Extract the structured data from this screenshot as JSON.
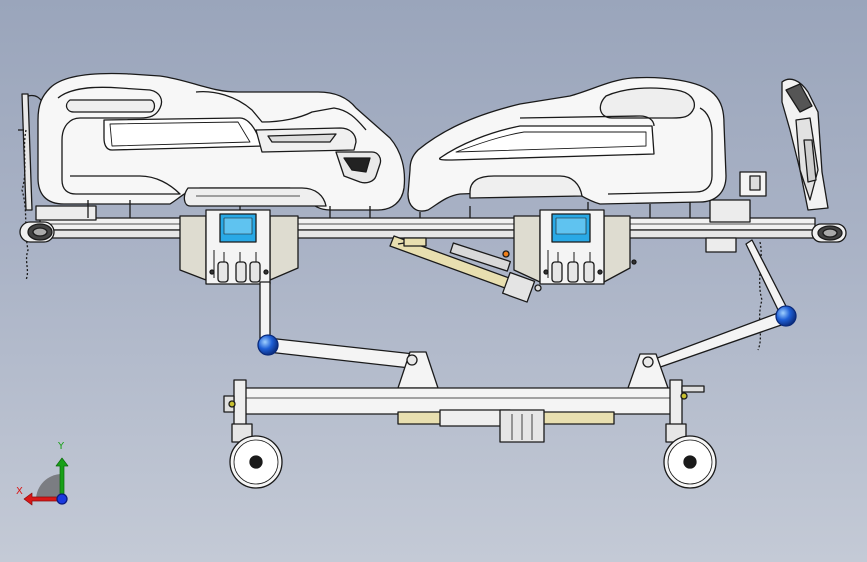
{
  "viewport": {
    "background_top": "#9aa5bb",
    "background_bottom": "#c4cad6"
  },
  "model": {
    "subject": "hospital-bed",
    "line_color": "#1a1a1a",
    "fill_white": "#f4f4f4",
    "fill_grey": "#d8d6d0",
    "panel_blue": "#29a9e6",
    "pivot_blue": "#1e5fd6",
    "actuator_yellow": "#e8dfb0"
  },
  "triad": {
    "x_label": "X",
    "y_label": "Y",
    "x_color": "#d81818",
    "y_color": "#18a018",
    "z_color": "#1a3ae0"
  }
}
